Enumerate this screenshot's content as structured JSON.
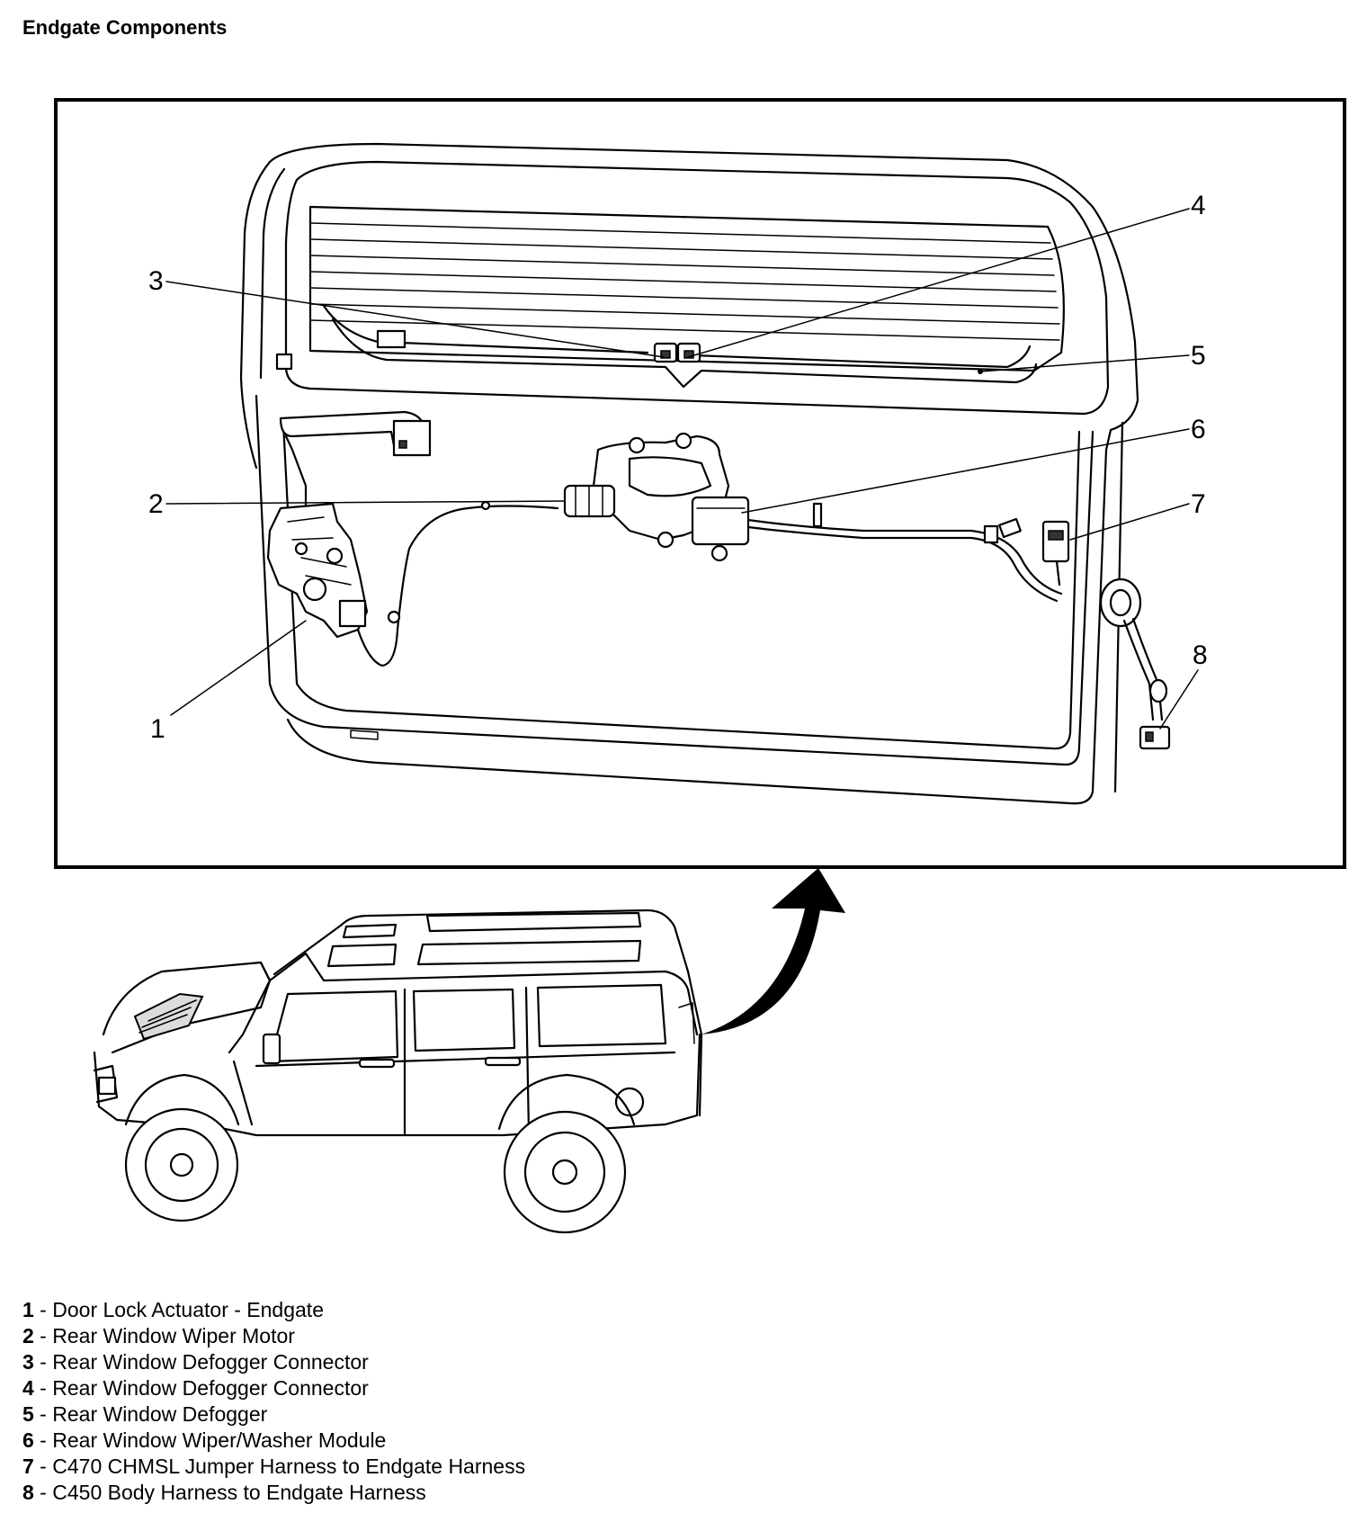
{
  "title": "Endgate Components",
  "callouts": [
    "1",
    "2",
    "3",
    "4",
    "5",
    "6",
    "7",
    "8"
  ],
  "legend": [
    {
      "num": "1",
      "sep": " - ",
      "text": "Door Lock Actuator - Endgate"
    },
    {
      "num": "2",
      "sep": " - ",
      "text": "Rear Window Wiper Motor"
    },
    {
      "num": "3",
      "sep": " - ",
      "text": "Rear Window Defogger Connector"
    },
    {
      "num": "4",
      "sep": " - ",
      "text": "Rear Window Defogger Connector"
    },
    {
      "num": "5",
      "sep": " - ",
      "text": "Rear Window Defogger"
    },
    {
      "num": "6",
      "sep": " - ",
      "text": "Rear Window Wiper/Washer Module"
    },
    {
      "num": "7",
      "sep": " - ",
      "text": "C470 CHMSL Jumper Harness to Endgate Harness"
    },
    {
      "num": "8",
      "sep": " - ",
      "text": "C450 Body Harness to Endgate Harness"
    }
  ]
}
